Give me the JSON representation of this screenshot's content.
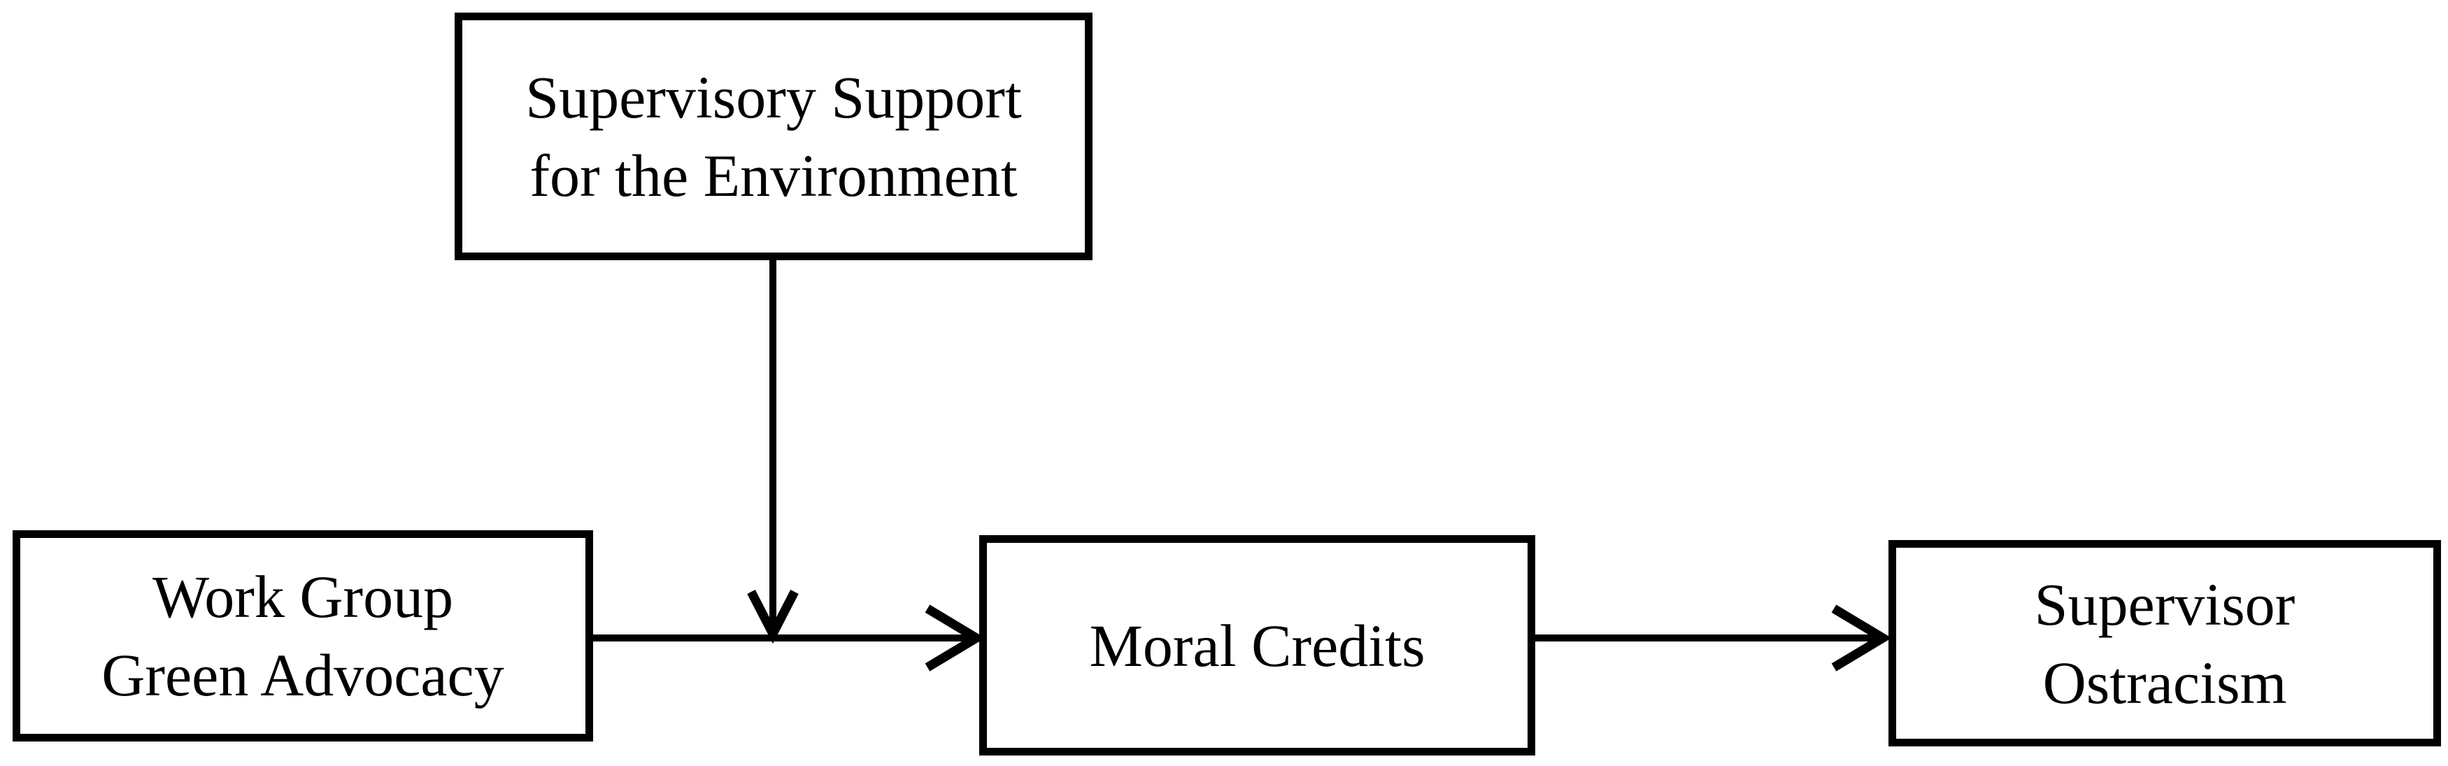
{
  "diagram": {
    "type": "conceptual-model",
    "background_color": "#ffffff",
    "stroke_color": "#000000",
    "nodes": [
      {
        "id": "supervisory-support",
        "lines": [
          "Supervisory Support",
          "for the Environment"
        ]
      },
      {
        "id": "work-group-green-advocacy",
        "lines": [
          "Work Group",
          "Green Advocacy"
        ]
      },
      {
        "id": "moral-credits",
        "lines": [
          "Moral Credits"
        ]
      },
      {
        "id": "supervisor-ostracism",
        "lines": [
          "Supervisor",
          "Ostracism"
        ]
      }
    ],
    "edges": [
      {
        "from": "work-group-green-advocacy",
        "to": "moral-credits",
        "kind": "direct-arrow"
      },
      {
        "from": "supervisory-support",
        "to": "edge work-group-green-advocacy to moral-credits",
        "kind": "moderation-arrow"
      },
      {
        "from": "moral-credits",
        "to": "supervisor-ostracism",
        "kind": "direct-arrow"
      }
    ]
  }
}
